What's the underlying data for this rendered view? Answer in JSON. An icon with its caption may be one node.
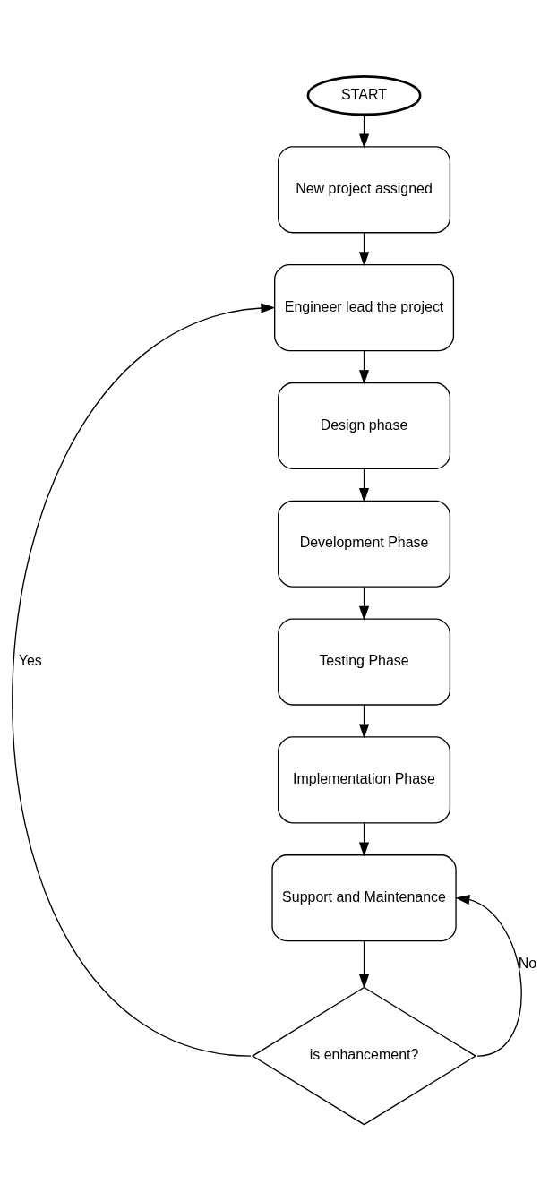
{
  "diagram": {
    "nodes": [
      {
        "text": [
          "START"
        ]
      },
      {
        "text": [
          "New project assigned"
        ]
      },
      {
        "text": [
          "Engineer lead the project"
        ]
      },
      {
        "text": [
          "Design phase"
        ]
      },
      {
        "text": [
          "Development Phase"
        ]
      },
      {
        "text": [
          "Testing Phase"
        ]
      },
      {
        "text": [
          "Implementation Phase"
        ]
      },
      {
        "text": [
          "Support and Maintenance"
        ]
      },
      {
        "text": [
          "is enhancement?"
        ]
      }
    ],
    "edges": [
      {
        "from": 0,
        "to": 1,
        "arrow": "to"
      },
      {
        "from": 1,
        "to": 2,
        "arrow": "to"
      },
      {
        "from": 2,
        "to": 3,
        "arrow": "to"
      },
      {
        "from": 3,
        "to": 4,
        "arrow": "to"
      },
      {
        "from": 4,
        "to": 5,
        "arrow": "to"
      },
      {
        "from": 5,
        "to": 6,
        "arrow": "to"
      },
      {
        "from": 6,
        "to": 7,
        "arrow": "to"
      },
      {
        "from": 7,
        "to": 8,
        "arrow": "to"
      },
      {
        "from": 8,
        "to": 2,
        "arrow": "to",
        "label": "Yes"
      },
      {
        "from": 8,
        "to": 7,
        "arrow": "to",
        "label": "No"
      }
    ]
  }
}
